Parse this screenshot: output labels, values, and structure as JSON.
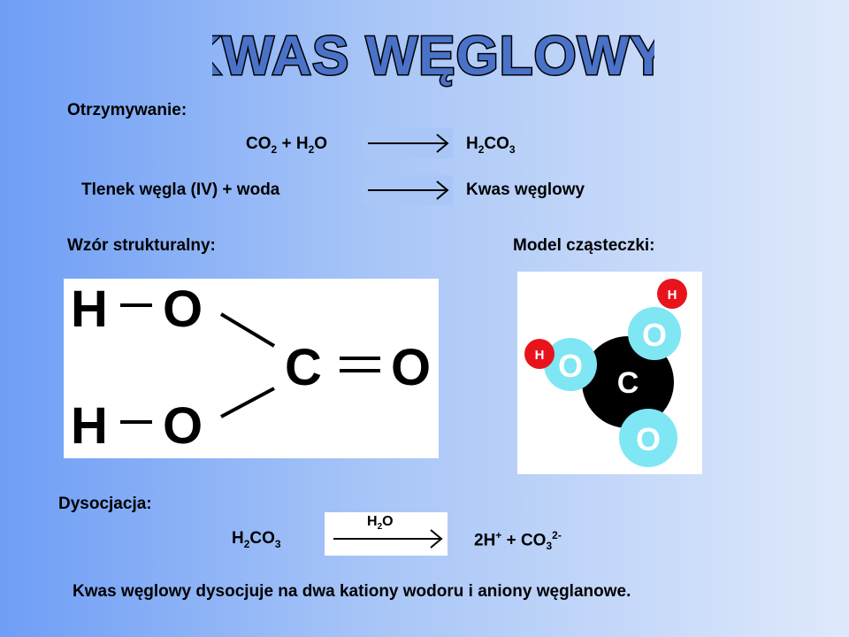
{
  "title": "KWAS WĘGLOWY",
  "otrzymywanie": {
    "label": "Otrzymywanie:",
    "eq1_left": {
      "p1": "CO",
      "s1": "2",
      "p2": " + H",
      "s2": "2",
      "p3": "O"
    },
    "eq1_right": {
      "p1": "H",
      "s1": "2",
      "p2": "CO",
      "s2": "3"
    },
    "eq2_left": "Tlenek węgla (IV) + woda",
    "eq2_right": "Kwas węglowy"
  },
  "structural": {
    "label": "Wzór strukturalny:",
    "atoms": {
      "h": "H",
      "o": "O",
      "c": "C"
    }
  },
  "model": {
    "label": "Model cząsteczki:",
    "atoms": {
      "h": "H",
      "o": "O",
      "c": "C"
    }
  },
  "dysocjacja": {
    "label": "Dysocjacja:",
    "left": {
      "p1": "H",
      "s1": "2",
      "p2": "CO",
      "s2": "3"
    },
    "over_arrow": {
      "p1": "H",
      "s1": "2",
      "p2": "O"
    },
    "right": {
      "p1": "2H",
      "sup1": "+",
      "p2": " + CO",
      "s2": "3",
      "sup2": "2-"
    },
    "summary": "Kwas węglowy dysocjuje na dwa kationy wodoru i aniony węglanowe."
  },
  "colors": {
    "title_fill": "#4a72c8",
    "arrow_bg": "#a9c6f7",
    "model_carbon": "#000000",
    "model_oxygen": "#7fe6f3",
    "model_hydrogen": "#e8141c"
  }
}
